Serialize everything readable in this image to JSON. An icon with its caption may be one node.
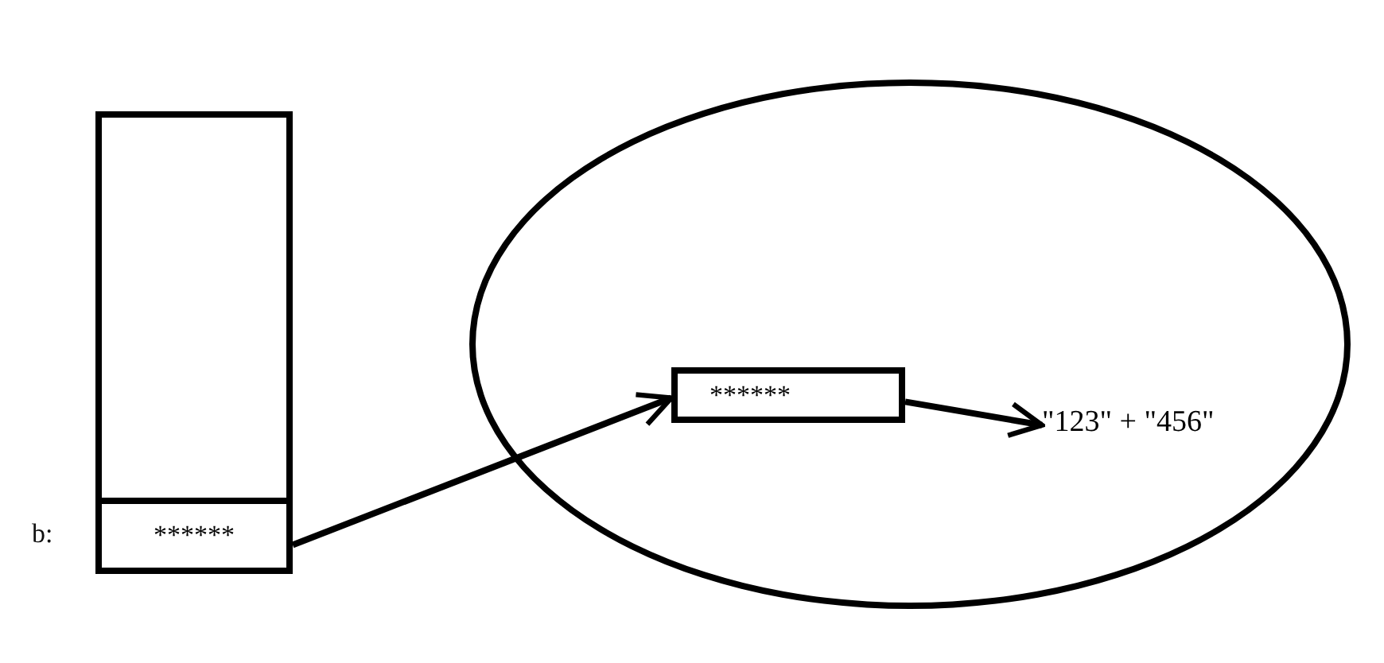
{
  "diagram": {
    "nodes": [
      {
        "text": [],
        "shape": "box"
      },
      {
        "text": [
          "******"
        ],
        "in": 0,
        "beside": [
          "b:"
        ]
      },
      {
        "text": [],
        "shape": "ellipse"
      },
      {
        "text": [
          "******"
        ],
        "in": 2
      },
      {
        "text": [
          "\"123\" + \"456\""
        ],
        "in": 2
      }
    ],
    "edges": [
      {
        "from": 1,
        "to": 3,
        "arrow": "to"
      },
      {
        "from": 3,
        "to": 4,
        "arrow": "to"
      }
    ]
  }
}
